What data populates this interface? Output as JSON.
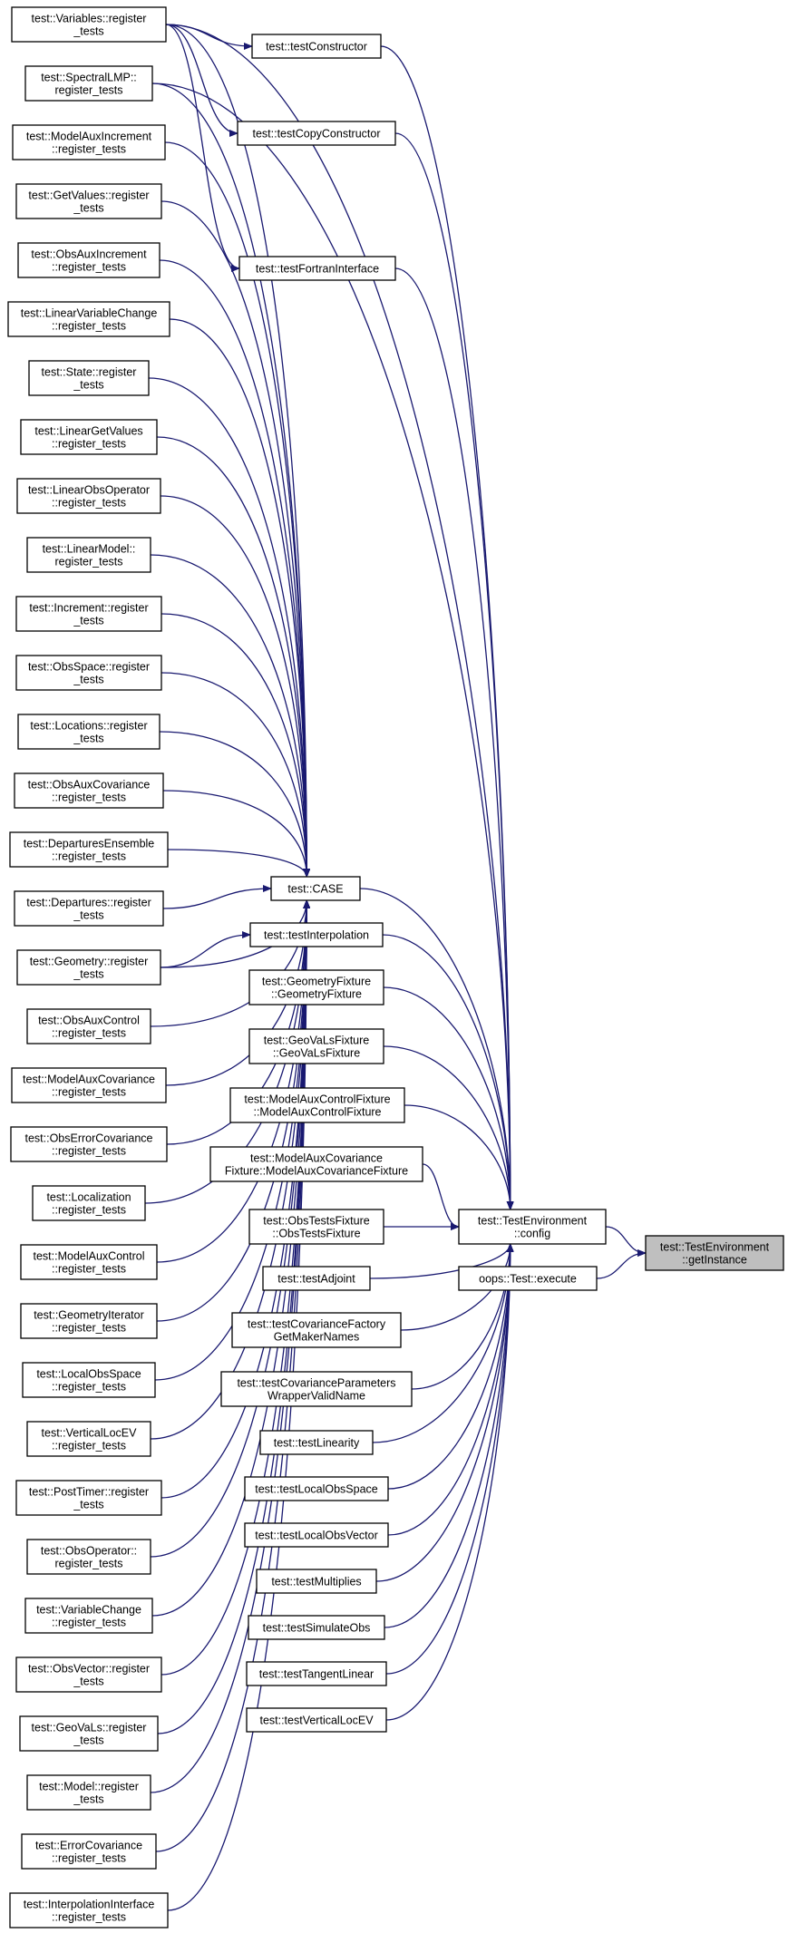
{
  "diagram": {
    "target": {
      "id": "getInstance",
      "lines": [
        "test::TestEnvironment",
        "::getInstance"
      ]
    },
    "nodes": [
      {
        "id": "testConstructor",
        "lines": [
          "test::testConstructor"
        ]
      },
      {
        "id": "testCopyConstructor",
        "lines": [
          "test::testCopyConstructor"
        ]
      },
      {
        "id": "testFortranInterface",
        "lines": [
          "test::testFortranInterface"
        ]
      },
      {
        "id": "CASE",
        "lines": [
          "test::CASE"
        ]
      },
      {
        "id": "testInterpolation",
        "lines": [
          "test::testInterpolation"
        ]
      },
      {
        "id": "config",
        "lines": [
          "test::TestEnvironment",
          "::config"
        ]
      },
      {
        "id": "execute",
        "lines": [
          "oops::Test::execute"
        ]
      },
      {
        "id": "GeometryFixture",
        "lines": [
          "test::GeometryFixture",
          "::GeometryFixture"
        ]
      },
      {
        "id": "GeoVaLsFixture",
        "lines": [
          "test::GeoVaLsFixture",
          "::GeoVaLsFixture"
        ]
      },
      {
        "id": "ModelAuxControlFixture",
        "lines": [
          "test::ModelAuxControlFixture",
          "::ModelAuxControlFixture"
        ]
      },
      {
        "id": "ModelAuxCovarianceFixture",
        "lines": [
          "test::ModelAuxCovariance",
          "Fixture::ModelAuxCovarianceFixture"
        ]
      },
      {
        "id": "ObsTestsFixture",
        "lines": [
          "test::ObsTestsFixture",
          "::ObsTestsFixture"
        ]
      },
      {
        "id": "testAdjoint",
        "lines": [
          "test::testAdjoint"
        ]
      },
      {
        "id": "testCovarianceFactoryGetMakerNames",
        "lines": [
          "test::testCovarianceFactory",
          "GetMakerNames"
        ]
      },
      {
        "id": "testCovarianceParametersWrapperValidName",
        "lines": [
          "test::testCovarianceParameters",
          "WrapperValidName"
        ]
      },
      {
        "id": "testLinearity",
        "lines": [
          "test::testLinearity"
        ]
      },
      {
        "id": "testLocalObsSpace",
        "lines": [
          "test::testLocalObsSpace"
        ]
      },
      {
        "id": "testLocalObsVector",
        "lines": [
          "test::testLocalObsVector"
        ]
      },
      {
        "id": "testMultiplies",
        "lines": [
          "test::testMultiplies"
        ]
      },
      {
        "id": "testSimulateObs",
        "lines": [
          "test::testSimulateObs"
        ]
      },
      {
        "id": "testTangentLinear",
        "lines": [
          "test::testTangentLinear"
        ]
      },
      {
        "id": "testVerticalLocEV",
        "lines": [
          "test::testVerticalLocEV"
        ]
      },
      {
        "id": "Variables",
        "lines": [
          "test::Variables::register",
          "_tests"
        ]
      },
      {
        "id": "SpectralLMP",
        "lines": [
          "test::SpectralLMP::",
          "register_tests"
        ]
      },
      {
        "id": "ModelAuxIncrement",
        "lines": [
          "test::ModelAuxIncrement",
          "::register_tests"
        ]
      },
      {
        "id": "GetValues",
        "lines": [
          "test::GetValues::register",
          "_tests"
        ]
      },
      {
        "id": "ObsAuxIncrement",
        "lines": [
          "test::ObsAuxIncrement",
          "::register_tests"
        ]
      },
      {
        "id": "LinearVariableChange",
        "lines": [
          "test::LinearVariableChange",
          "::register_tests"
        ]
      },
      {
        "id": "State",
        "lines": [
          "test::State::register",
          "_tests"
        ]
      },
      {
        "id": "LinearGetValues",
        "lines": [
          "test::LinearGetValues",
          "::register_tests"
        ]
      },
      {
        "id": "LinearObsOperator",
        "lines": [
          "test::LinearObsOperator",
          "::register_tests"
        ]
      },
      {
        "id": "LinearModel",
        "lines": [
          "test::LinearModel::",
          "register_tests"
        ]
      },
      {
        "id": "Increment",
        "lines": [
          "test::Increment::register",
          "_tests"
        ]
      },
      {
        "id": "ObsSpace",
        "lines": [
          "test::ObsSpace::register",
          "_tests"
        ]
      },
      {
        "id": "Locations",
        "lines": [
          "test::Locations::register",
          "_tests"
        ]
      },
      {
        "id": "ObsAuxCovariance",
        "lines": [
          "test::ObsAuxCovariance",
          "::register_tests"
        ]
      },
      {
        "id": "DeparturesEnsemble",
        "lines": [
          "test::DeparturesEnsemble",
          "::register_tests"
        ]
      },
      {
        "id": "Departures",
        "lines": [
          "test::Departures::register",
          "_tests"
        ]
      },
      {
        "id": "Geometry",
        "lines": [
          "test::Geometry::register",
          "_tests"
        ]
      },
      {
        "id": "ObsAuxControl",
        "lines": [
          "test::ObsAuxControl",
          "::register_tests"
        ]
      },
      {
        "id": "ModelAuxCovariance",
        "lines": [
          "test::ModelAuxCovariance",
          "::register_tests"
        ]
      },
      {
        "id": "ObsErrorCovariance",
        "lines": [
          "test::ObsErrorCovariance",
          "::register_tests"
        ]
      },
      {
        "id": "Localization",
        "lines": [
          "test::Localization",
          "::register_tests"
        ]
      },
      {
        "id": "ModelAuxControl",
        "lines": [
          "test::ModelAuxControl",
          "::register_tests"
        ]
      },
      {
        "id": "GeometryIterator",
        "lines": [
          "test::GeometryIterator",
          "::register_tests"
        ]
      },
      {
        "id": "LocalObsSpace",
        "lines": [
          "test::LocalObsSpace",
          "::register_tests"
        ]
      },
      {
        "id": "VerticalLocEV",
        "lines": [
          "test::VerticalLocEV",
          "::register_tests"
        ]
      },
      {
        "id": "PostTimer",
        "lines": [
          "test::PostTimer::register",
          "_tests"
        ]
      },
      {
        "id": "ObsOperator",
        "lines": [
          "test::ObsOperator::",
          "register_tests"
        ]
      },
      {
        "id": "VariableChange",
        "lines": [
          "test::VariableChange",
          "::register_tests"
        ]
      },
      {
        "id": "ObsVector",
        "lines": [
          "test::ObsVector::register",
          "_tests"
        ]
      },
      {
        "id": "GeoVaLs",
        "lines": [
          "test::GeoVaLs::register",
          "_tests"
        ]
      },
      {
        "id": "Model",
        "lines": [
          "test::Model::register",
          "_tests"
        ]
      },
      {
        "id": "ErrorCovariance",
        "lines": [
          "test::ErrorCovariance",
          "::register_tests"
        ]
      },
      {
        "id": "InterpolationInterface",
        "lines": [
          "test::InterpolationInterface",
          "::register_tests"
        ]
      }
    ],
    "edges": [
      [
        "config",
        "getInstance"
      ],
      [
        "execute",
        "getInstance"
      ],
      [
        "testConstructor",
        "config"
      ],
      [
        "testCopyConstructor",
        "config"
      ],
      [
        "testFortranInterface",
        "config"
      ],
      [
        "CASE",
        "config"
      ],
      [
        "testInterpolation",
        "config"
      ],
      [
        "GeometryFixture",
        "config"
      ],
      [
        "GeoVaLsFixture",
        "config"
      ],
      [
        "ModelAuxControlFixture",
        "config"
      ],
      [
        "ModelAuxCovarianceFixture",
        "config"
      ],
      [
        "ObsTestsFixture",
        "config"
      ],
      [
        "testAdjoint",
        "config"
      ],
      [
        "testCovarianceFactoryGetMakerNames",
        "config"
      ],
      [
        "testCovarianceParametersWrapperValidName",
        "config"
      ],
      [
        "testLinearity",
        "config"
      ],
      [
        "testLocalObsSpace",
        "config"
      ],
      [
        "testLocalObsVector",
        "config"
      ],
      [
        "testMultiplies",
        "config"
      ],
      [
        "testSimulateObs",
        "config"
      ],
      [
        "testTangentLinear",
        "config"
      ],
      [
        "testVerticalLocEV",
        "config"
      ],
      [
        "Variables",
        "testConstructor"
      ],
      [
        "Variables",
        "testCopyConstructor"
      ],
      [
        "Variables",
        "testFortranInterface"
      ],
      [
        "Variables",
        "CASE"
      ],
      [
        "Variables",
        "config"
      ],
      [
        "SpectralLMP",
        "CASE"
      ],
      [
        "SpectralLMP",
        "config"
      ],
      [
        "ModelAuxIncrement",
        "CASE"
      ],
      [
        "GetValues",
        "CASE"
      ],
      [
        "ObsAuxIncrement",
        "CASE"
      ],
      [
        "LinearVariableChange",
        "CASE"
      ],
      [
        "State",
        "CASE"
      ],
      [
        "LinearGetValues",
        "CASE"
      ],
      [
        "LinearObsOperator",
        "CASE"
      ],
      [
        "LinearModel",
        "CASE"
      ],
      [
        "Increment",
        "CASE"
      ],
      [
        "ObsSpace",
        "CASE"
      ],
      [
        "Locations",
        "CASE"
      ],
      [
        "ObsAuxCovariance",
        "CASE"
      ],
      [
        "DeparturesEnsemble",
        "CASE"
      ],
      [
        "Departures",
        "CASE"
      ],
      [
        "Geometry",
        "CASE"
      ],
      [
        "Geometry",
        "testInterpolation"
      ],
      [
        "ObsAuxControl",
        "CASE"
      ],
      [
        "ModelAuxCovariance",
        "CASE"
      ],
      [
        "ObsErrorCovariance",
        "CASE"
      ],
      [
        "Localization",
        "CASE"
      ],
      [
        "ModelAuxControl",
        "CASE"
      ],
      [
        "GeometryIterator",
        "CASE"
      ],
      [
        "LocalObsSpace",
        "CASE"
      ],
      [
        "VerticalLocEV",
        "CASE"
      ],
      [
        "PostTimer",
        "CASE"
      ],
      [
        "ObsOperator",
        "CASE"
      ],
      [
        "VariableChange",
        "CASE"
      ],
      [
        "ObsVector",
        "CASE"
      ],
      [
        "GeoVaLs",
        "CASE"
      ],
      [
        "Model",
        "CASE"
      ],
      [
        "ErrorCovariance",
        "CASE"
      ],
      [
        "InterpolationInterface",
        "CASE"
      ]
    ]
  }
}
